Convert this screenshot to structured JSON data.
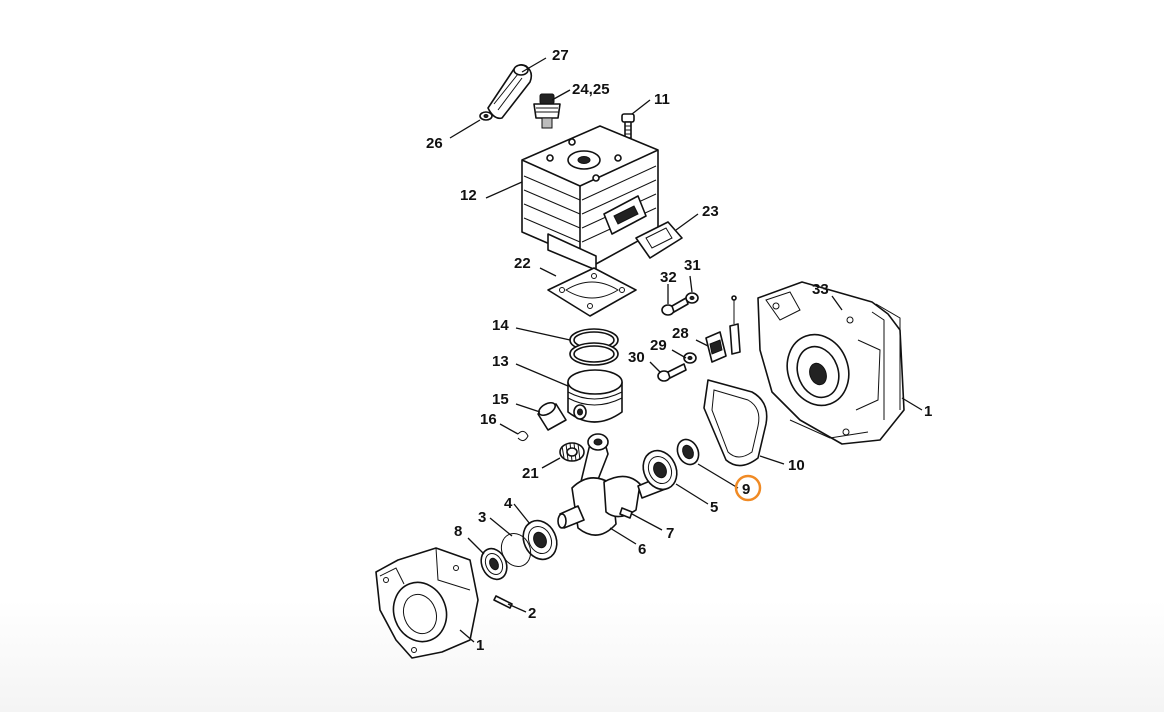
{
  "diagram": {
    "labels": {
      "l27": "27",
      "l24_25": "24,25",
      "l11": "11",
      "l26": "26",
      "l12": "12",
      "l23": "23",
      "l22": "22",
      "l32": "32",
      "l31": "31",
      "l33": "33",
      "l14": "14",
      "l28": "28",
      "l29": "29",
      "l30": "30",
      "l13": "13",
      "l1_right": "1",
      "l15": "15",
      "l16": "16",
      "l10": "10",
      "l21": "21",
      "l9": "9",
      "l4": "4",
      "l5": "5",
      "l3": "3",
      "l8": "8",
      "l7": "7",
      "l6": "6",
      "l2": "2",
      "l1_left": "1"
    },
    "highlight": {
      "part": "9",
      "color": "#f08a24"
    }
  }
}
